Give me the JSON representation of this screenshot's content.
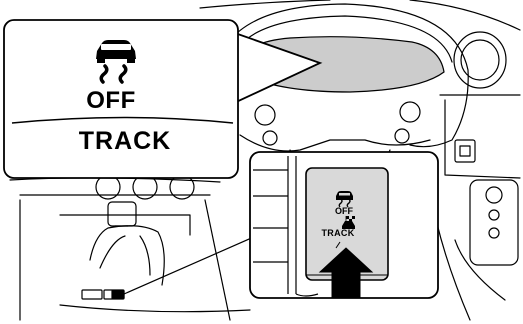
{
  "callout_large": {
    "icon": "vehicle-stability-control-off-icon",
    "off_label": "OFF",
    "track_label": "TRACK"
  },
  "callout_switch": {
    "icon": "vehicle-stability-control-off-icon",
    "track_icon": "checkered-flag-car-icon",
    "off_label": "OFF",
    "track_label": "TRACK",
    "arrow": "push-arrow-icon"
  },
  "colors": {
    "line": "#000000",
    "switch_panel": "#d9d9d9",
    "meter_screen": "#cccccc",
    "background": "#ffffff"
  }
}
